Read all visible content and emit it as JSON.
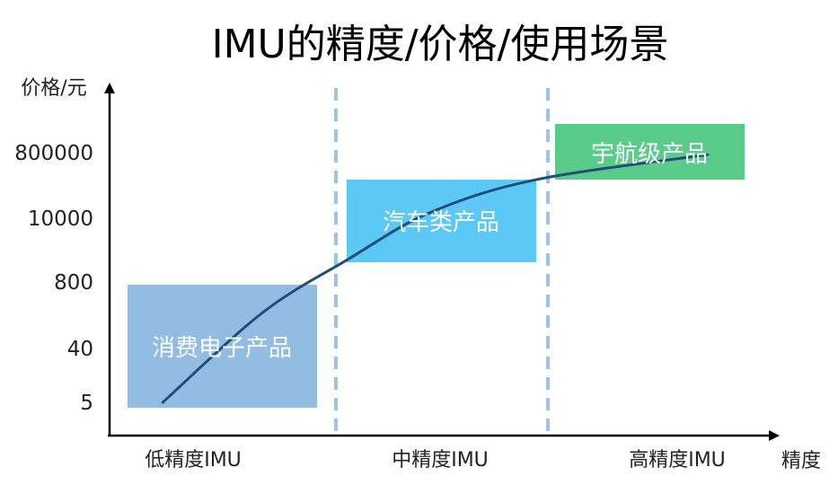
{
  "chart_data": {
    "type": "line",
    "title": "IMU的精度/价格/使用场景",
    "xlabel": "精度",
    "ylabel": "价格/元",
    "categories": [
      "低精度IMU",
      "中精度IMU",
      "高精度IMU"
    ],
    "y_ticks": [
      "5",
      "40",
      "800",
      "10000",
      "800000"
    ],
    "y_scale": "log",
    "regions": [
      {
        "label": "消费电子产品",
        "category": "低精度IMU",
        "color": "#93bce3"
      },
      {
        "label": "汽车类产品",
        "category": "中精度IMU",
        "color": "#5bc8f5"
      },
      {
        "label": "宇航级产品",
        "category": "高精度IMU",
        "color": "#58cc88"
      }
    ],
    "series": [
      {
        "points": [
          {
            "x": 0.08,
            "y": 5
          },
          {
            "x": 0.23,
            "y": 200
          },
          {
            "x": 0.36,
            "y": 2000
          },
          {
            "x": 0.48,
            "y": 14000
          },
          {
            "x": 0.64,
            "y": 130000
          },
          {
            "x": 0.9,
            "y": 700000
          }
        ],
        "color": "#1f4e79"
      }
    ],
    "divider_color": "#9dc3e6",
    "grid": false,
    "legend": "none"
  }
}
